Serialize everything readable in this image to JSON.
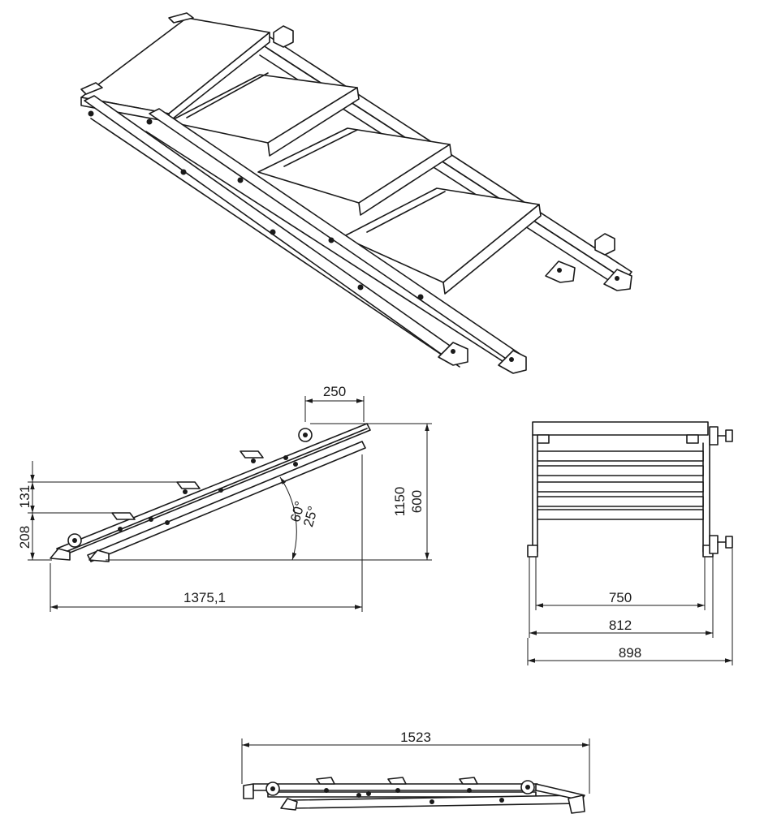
{
  "side_view": {
    "dim_tread": "250",
    "dim_step_upper": "131",
    "dim_step_lower": "208",
    "dim_height_max": "1150",
    "dim_height_min": "600",
    "dim_angle_max": "60°",
    "dim_angle_min": "25°",
    "dim_length": "1375,1"
  },
  "front_view": {
    "dim_inner": "750",
    "dim_frame": "812",
    "dim_overall": "898"
  },
  "folded_view": {
    "dim_length": "1523"
  }
}
